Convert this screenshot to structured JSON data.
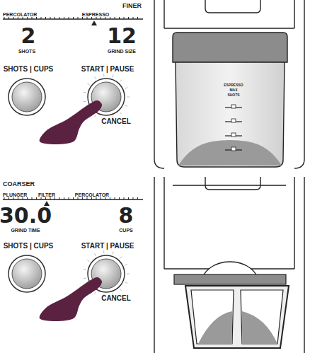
{
  "diagram": {
    "nodes": [
      {
        "text": [
          "SHOTS | CUPS"
        ]
      },
      {
        "text": [
          "START | PAUSE",
          "CANCEL"
        ]
      },
      {
        "text": [
          "SHOTS | CUPS"
        ]
      },
      {
        "text": [
          "START | PAUSE",
          "CANCEL"
        ]
      }
    ],
    "labels": [
      "PERCOLATOR",
      "ESPRESSO",
      "FINER",
      "2",
      "SHOTS",
      "12",
      "GRIND SIZE",
      "ESPRESSO",
      "MAX",
      "SHOTS",
      "COARSER",
      "PLUNGER",
      "FILTER",
      "PERCOLATOR",
      "30.0",
      "GRIND TIME",
      "8",
      "CUPS"
    ]
  }
}
